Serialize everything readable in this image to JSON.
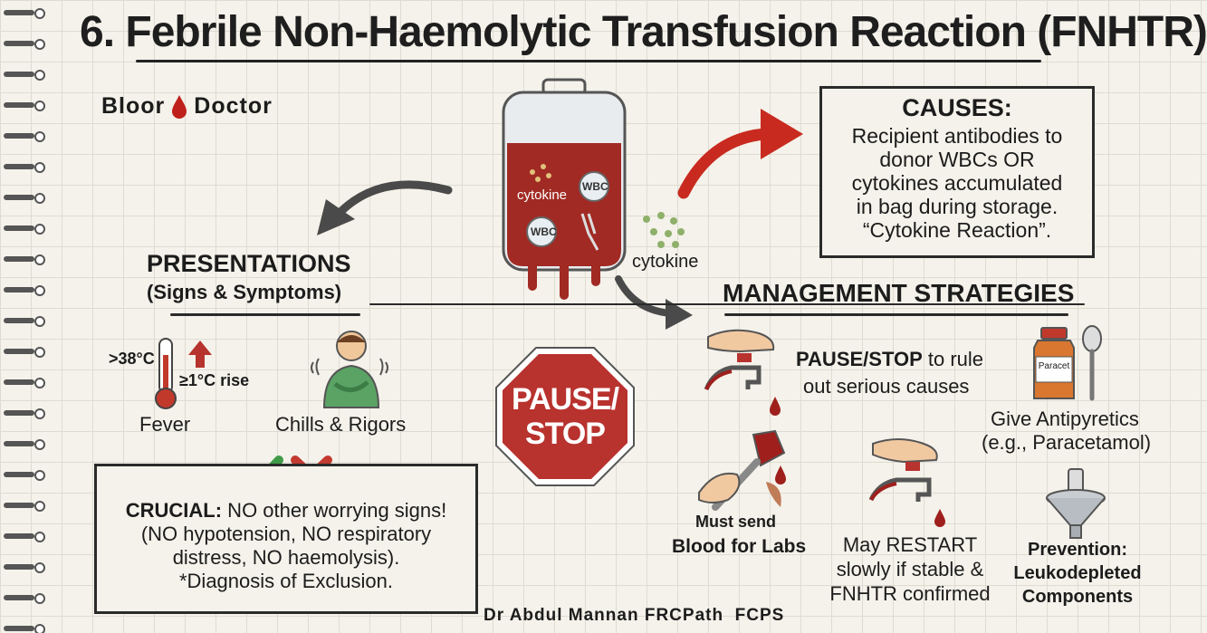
{
  "title": "6. Febrile Non-Haemolytic Transfusion Reaction (FNHTR)",
  "brand": {
    "left": "Bloor",
    "right": "Doctor"
  },
  "bag": {
    "cytokine_inside": "cytokine",
    "wbc": "WBC",
    "cytokine_outside": "cytokine"
  },
  "causes": {
    "title": "CAUSES:",
    "lines": [
      "Recipient antibodies to",
      "donor WBCs OR",
      "cytokines accumulated",
      "in bag during storage.",
      "“Cytokine Reaction”."
    ]
  },
  "presentations": {
    "title": "PRESENTATIONS",
    "subtitle": "(Signs & Symptoms)",
    "temp": ">38°C",
    "rise": "≥1°C rise",
    "fever": "Fever",
    "chills": "Chills & Rigors"
  },
  "crucial": {
    "label": "CRUCIAL:",
    "line1": " NO other worrying signs!",
    "line2": "(NO hypotension, NO respiratory",
    "line3": "distress, NO haemolysis).",
    "line4": "*Diagnosis of Exclusion."
  },
  "stop_sign": {
    "line1": "PAUSE/",
    "line2": "STOP"
  },
  "management": {
    "title": "MANAGEMENT STRATEGIES",
    "pause_bold": "PAUSE/STOP",
    "pause_rest": " to rule",
    "pause_line2": "out serious causes",
    "bottle_label": "Paracet",
    "antipyretics_1": "Give Antipyretics",
    "antipyretics_2": "(e.g., Paracetamol)",
    "labs_1": "Must send",
    "labs_2": "Blood for Labs",
    "restart_1": "May RESTART",
    "restart_2": "slowly if stable &",
    "restart_3": "FNHTR confirmed",
    "prevention_1": "Prevention:",
    "prevention_2": "Leukodepleted",
    "prevention_3": "Components"
  },
  "author": "Dr Abdul Mannan FRCPath  FCPS",
  "colors": {
    "blood": "#9e1f1c",
    "stop": "#b8322e",
    "check": "#3f9b47",
    "cross": "#c23a30",
    "arrow_red": "#c92a1f",
    "arrow_grey": "#4a4a4a"
  }
}
